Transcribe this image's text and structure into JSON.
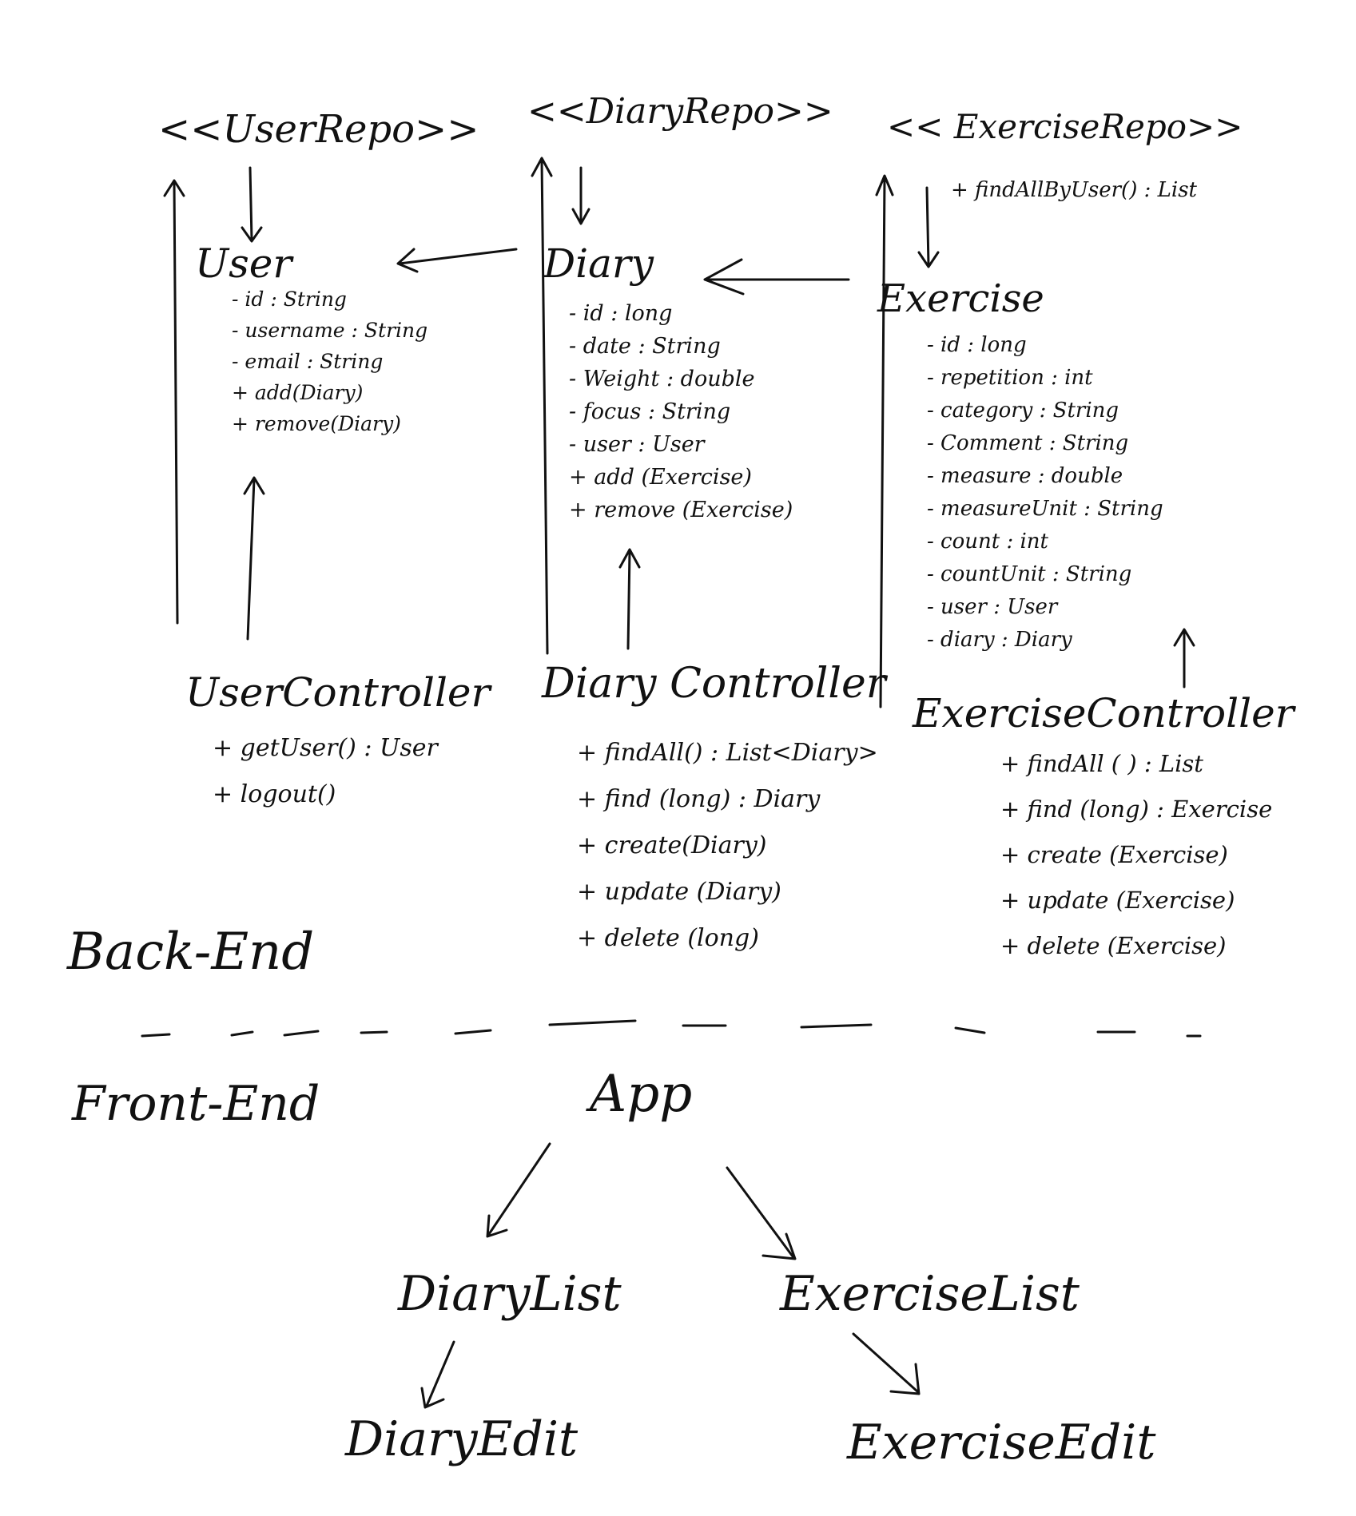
{
  "backend": {
    "user_repo": {
      "title": "<<UserRepo>>"
    },
    "diary_repo": {
      "title": "<<DiaryRepo>>"
    },
    "exercise_repo": {
      "title": "<< ExerciseRepo>>",
      "members": [
        "+ findAllByUser() : List"
      ]
    },
    "user": {
      "title": "User",
      "members": [
        "- id : String",
        "- username : String",
        "- email : String",
        "+ add(Diary)",
        "+ remove(Diary)"
      ]
    },
    "diary": {
      "title": "Diary",
      "members": [
        "- id : long",
        "- date : String",
        "- Weight : double",
        "- focus : String",
        "- user : User",
        "+ add (Exercise)",
        "+ remove (Exercise)"
      ]
    },
    "exercise": {
      "title": "Exercise",
      "members": [
        "- id : long",
        "- repetition : int",
        "- category : String",
        "- Comment : String",
        "- measure : double",
        "- measureUnit : String",
        "- count : int",
        "- countUnit : String",
        "- user : User",
        "- diary : Diary"
      ]
    },
    "user_controller": {
      "title": "UserController",
      "members": [
        "+ getUser() : User",
        "+ logout()"
      ]
    },
    "diary_controller": {
      "title": "Diary Controller",
      "members": [
        "+ findAll() : List<Diary>",
        "+ find (long) : Diary",
        "+ create(Diary)",
        "+ update (Diary)",
        "+ delete (long)"
      ]
    },
    "exercise_controller": {
      "title": "ExerciseController",
      "members": [
        "+ findAll ( ) : List",
        "+ find (long) : Exercise",
        "+ create (Exercise)",
        "+ update (Exercise)",
        "+ delete (Exercise)"
      ]
    },
    "label": "Back-End"
  },
  "frontend": {
    "label": "Front-End",
    "app": "App",
    "diary_list": "DiaryList",
    "exercise_list": "ExerciseList",
    "diary_edit": "DiaryEdit",
    "exercise_edit": "ExerciseEdit"
  }
}
